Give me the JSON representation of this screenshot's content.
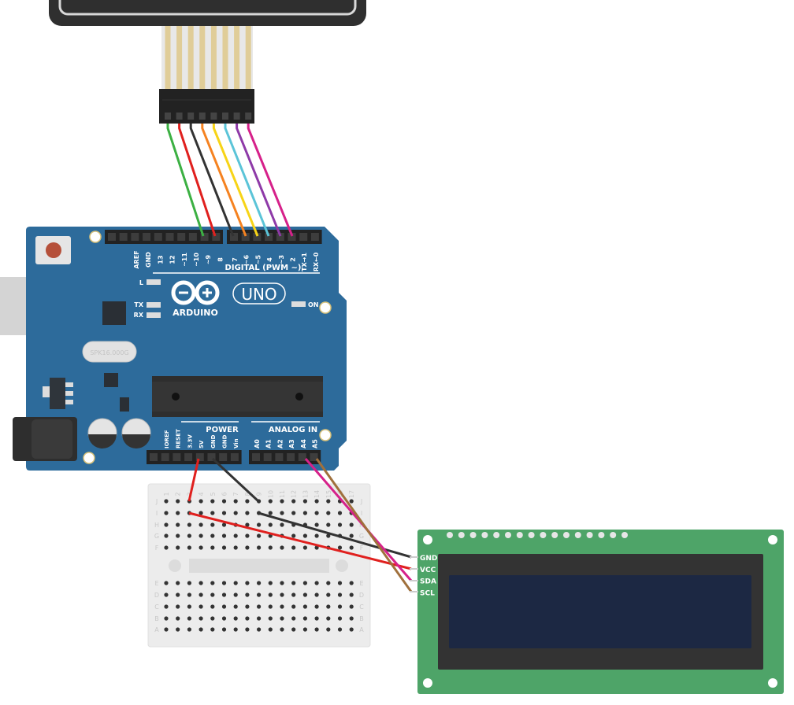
{
  "arduino": {
    "brand": "ARDUINO",
    "model": "UNO",
    "digital_header_label": "DIGITAL (PWM ~)",
    "digital_pins_left": [
      "AREF",
      "GND",
      "13",
      "12",
      "~11",
      "~10",
      "~9",
      "8"
    ],
    "digital_pins_right": [
      "7",
      "~6",
      "~5",
      "4",
      "~3",
      "2",
      "TX→1",
      "RX←0"
    ],
    "power_label": "POWER",
    "power_pins": [
      "IOREF",
      "RESET",
      "3.3V",
      "5V",
      "GND",
      "GND",
      "Vin"
    ],
    "analog_label": "ANALOG IN",
    "analog_pins": [
      "A0",
      "A1",
      "A2",
      "A3",
      "A4",
      "A5"
    ],
    "led_labels": {
      "l": "L",
      "tx": "TX",
      "rx": "RX",
      "on": "ON"
    },
    "crystal_label": "SPK16.000G",
    "board_color": "#2d6b9b"
  },
  "lcd": {
    "pin_labels": [
      "GND",
      "VCC",
      "SDA",
      "SCL"
    ],
    "board_color": "#4ea468",
    "screen_color": "#1c2843"
  },
  "breadboard": {
    "columns": [
      "1",
      "2",
      "3",
      "4",
      "5",
      "6",
      "7",
      "8",
      "9",
      "10",
      "11",
      "12",
      "13",
      "14",
      "15",
      "16",
      "17"
    ],
    "rows_top": [
      "J",
      "I",
      "H",
      "G",
      "F"
    ],
    "rows_bottom": [
      "E",
      "D",
      "C",
      "B",
      "A"
    ]
  },
  "wires": {
    "keypad_colors": [
      "#3cb043",
      "#e0201e",
      "#333333",
      "#f58220",
      "#f7d417",
      "#5bc4d8",
      "#8e3aa8",
      "#d6218a"
    ],
    "power_5v": "#e0201e",
    "ground": "#333333",
    "sda": "#d6218a",
    "scl": "#a0703c"
  }
}
